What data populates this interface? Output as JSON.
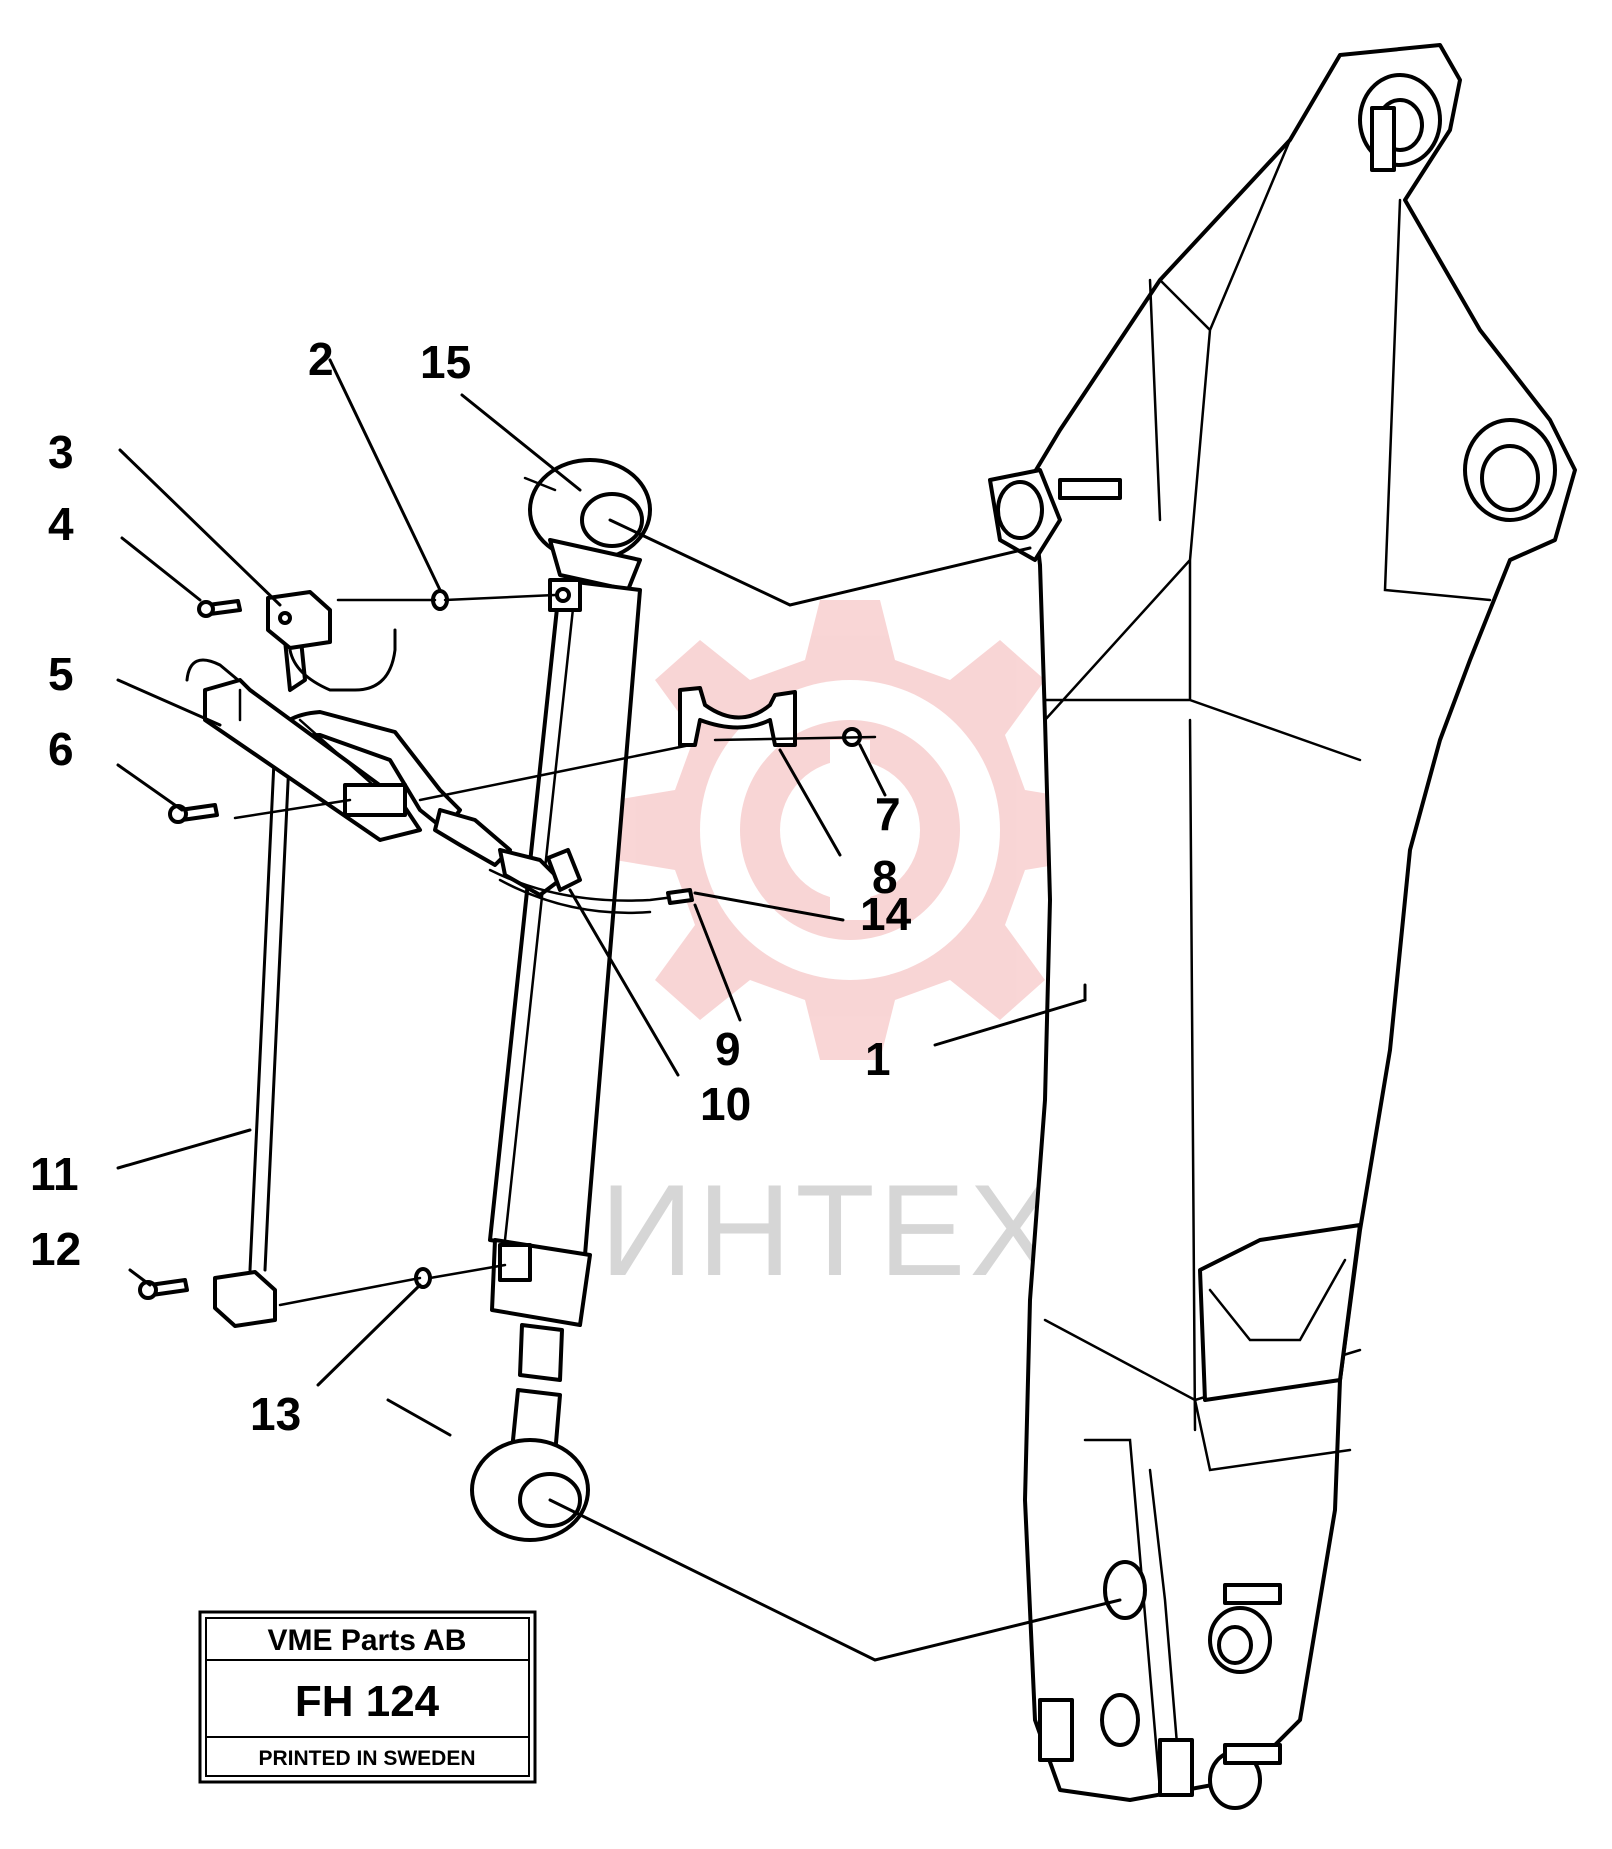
{
  "watermark": {
    "text": "ИНТЕХ",
    "color": "#f0a8a8"
  },
  "stamp": {
    "company": "VME Parts AB",
    "code": "FH 124",
    "note": "PRINTED IN SWEDEN"
  },
  "callouts": {
    "c1": "1",
    "c2": "2",
    "c3": "3",
    "c4": "4",
    "c5": "5",
    "c6": "6",
    "c7": "7",
    "c8": "8",
    "c9": "9",
    "c10": "10",
    "c11": "11",
    "c12": "12",
    "c13": "13",
    "c14": "14",
    "c15": "15"
  }
}
